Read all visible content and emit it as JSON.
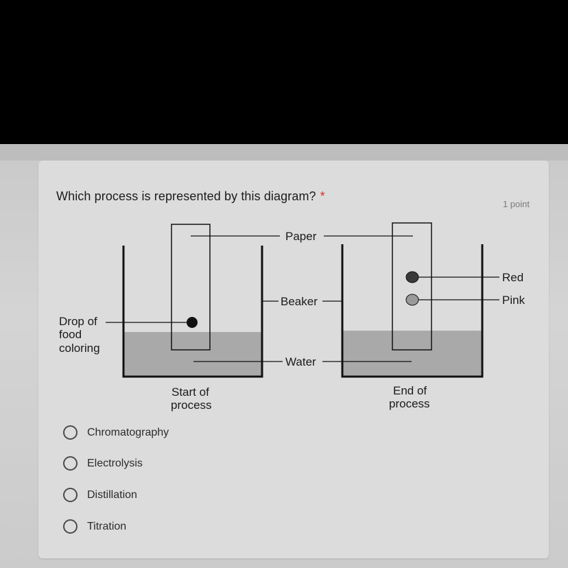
{
  "question": {
    "text": "Which process is represented by this diagram?",
    "required_marker": "*",
    "points": "1 point"
  },
  "diagram": {
    "labels": {
      "paper": "Paper",
      "beaker": "Beaker",
      "water": "Water",
      "red": "Red",
      "pink": "Pink",
      "drop_line1": "Drop of",
      "drop_line2": "food",
      "drop_line3": "coloring",
      "start_line1": "Start of",
      "start_line2": "process",
      "end_line1": "End of",
      "end_line2": "process"
    },
    "colors": {
      "water": "#a9a9a9",
      "red_spot": "#3a3a3a",
      "pink_spot": "#9a9a9a"
    }
  },
  "options": [
    {
      "label": "Chromatography"
    },
    {
      "label": "Electrolysis"
    },
    {
      "label": "Distillation"
    },
    {
      "label": "Titration"
    }
  ]
}
